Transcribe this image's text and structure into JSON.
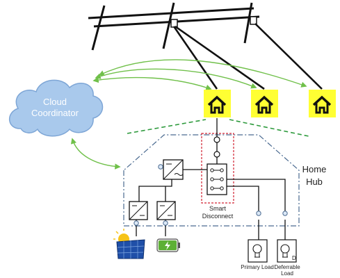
{
  "labels": {
    "cloud": "Cloud Coordinator",
    "home_hub": "Home Hub",
    "smart_disconnect": "Smart Disconnect",
    "primary_load": "Primary Load",
    "deferrable_load": "Deferrable Load",
    "deferrable_marker": "D"
  },
  "colors": {
    "cloud_fill": "#a9c9ec",
    "cloud_stroke": "#7ea6d6",
    "house_bg": "#ffff33",
    "green": "#70c04a",
    "hub_border": "#4a6a90",
    "disconnect_border": "#d02030",
    "line": "#111111"
  },
  "icons": [
    "house-icon",
    "solar-panel-icon",
    "battery-icon",
    "light-bulb-icon",
    "inverter-icon",
    "meter-icon",
    "switch-icon"
  ]
}
